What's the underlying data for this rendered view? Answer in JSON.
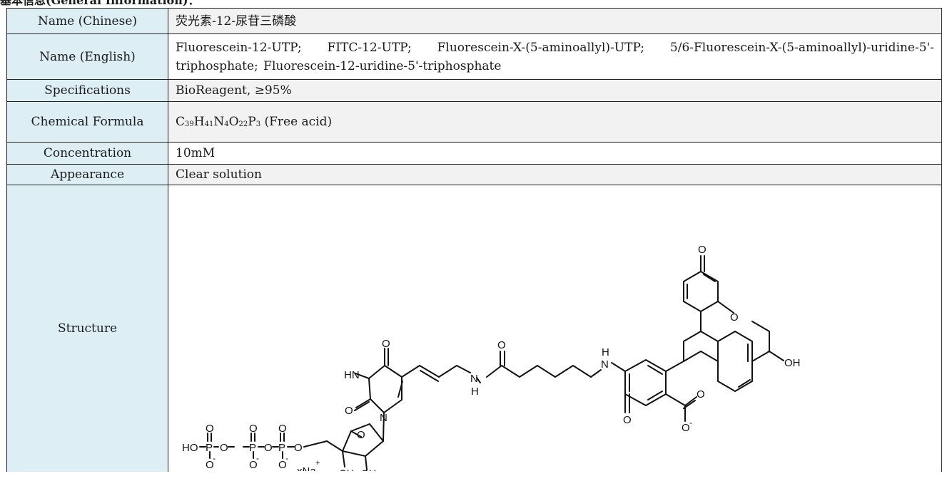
{
  "section": {
    "title": "基本信息(General Information)："
  },
  "rows": {
    "name_cn": {
      "label": "Name (Chinese)",
      "value": "荧光素-12-尿苷三磷酸"
    },
    "name_en": {
      "label": "Name (English)",
      "value": "Fluorescein-12-UTP; FITC-12-UTP; Fluorescein-X-(5-aminoallyl)-UTP; 5/6-Fluorescein-X-(5-aminoallyl)-uridine-5'-triphosphate; Fluorescein-12-uridine-5'-triphosphate"
    },
    "spec": {
      "label": "Specifications",
      "value": "BioReagent, ≥95%"
    },
    "formula": {
      "label": "Chemical Formula",
      "parts": {
        "C": "C",
        "c_n": "39",
        "H": "H",
        "h_n": "41",
        "N": "N",
        "n_n": "4",
        "O": "O",
        "o_n": "22",
        "P": "P",
        "p_n": "3",
        "suffix": " (Free acid)"
      }
    },
    "conc": {
      "label": "Concentration",
      "value": "10mM"
    },
    "appearance": {
      "label": "Appearance",
      "value": "Clear solution"
    },
    "structure": {
      "label": "Structure"
    }
  },
  "molecule": {
    "atoms": {
      "ho": "HO",
      "o": "O",
      "p": "P",
      "o_minus": "O",
      "minus": "-",
      "hn": "HN",
      "n": "N",
      "h": "H",
      "oh": "OH",
      "na": "xNa",
      "plus": "+"
    }
  }
}
